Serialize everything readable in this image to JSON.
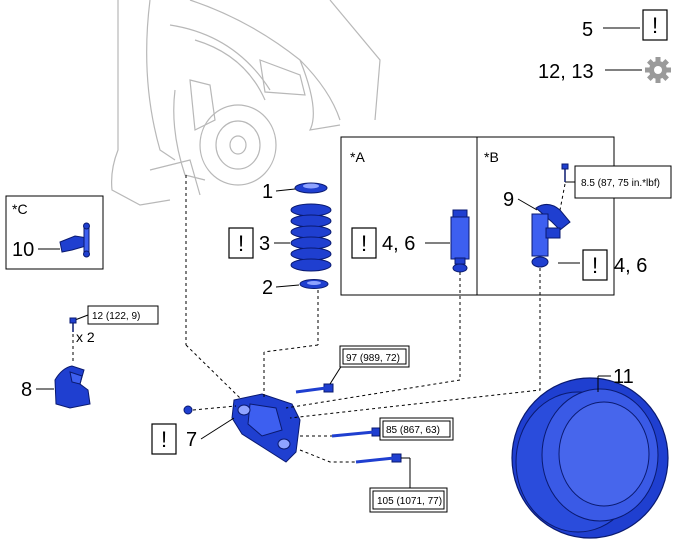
{
  "top_right": {
    "label_5": "5",
    "label_12_13": "12, 13",
    "notice_icon": "!",
    "gear_icon": "gear-icon"
  },
  "parts": {
    "p1": "1",
    "p2": "2",
    "p3": "3",
    "p7": "7",
    "p8": "8",
    "p9": "9",
    "p10": "10",
    "p11": "11"
  },
  "notice_marks": {
    "spring": "!",
    "box_a": "!",
    "box_b": "!",
    "bracket": "!"
  },
  "box_a": {
    "tag": "*A",
    "callout": "4, 6"
  },
  "box_b": {
    "tag": "*B",
    "callout": "4, 6",
    "torque": "8.5 (87, 75 in.*lbf)"
  },
  "box_c": {
    "tag": "*C"
  },
  "torques": {
    "t12": "12 (122, 9)",
    "t97": "97 (989, 72)",
    "t85": "85 (867, 63)",
    "t105": "105 (1071, 77)"
  },
  "quantity": {
    "x2": "x 2"
  },
  "colors": {
    "part_blue": "#1f3fd0",
    "outline": "#000000",
    "vehicle_gray": "#b8b8b8"
  }
}
